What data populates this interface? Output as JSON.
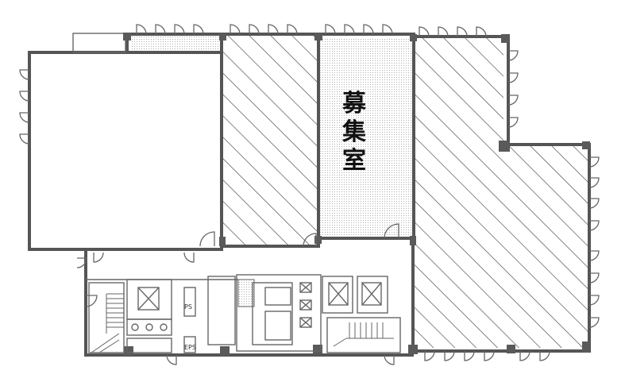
{
  "plan": {
    "vacancy_label_chars": [
      "募",
      "集",
      "室"
    ],
    "ps_label": "PS",
    "eps_label": "EPS",
    "colors": {
      "wall": "#555555",
      "hatch": "#444444",
      "dot": "#9a9a9a",
      "column": "#5a5a5a"
    }
  }
}
